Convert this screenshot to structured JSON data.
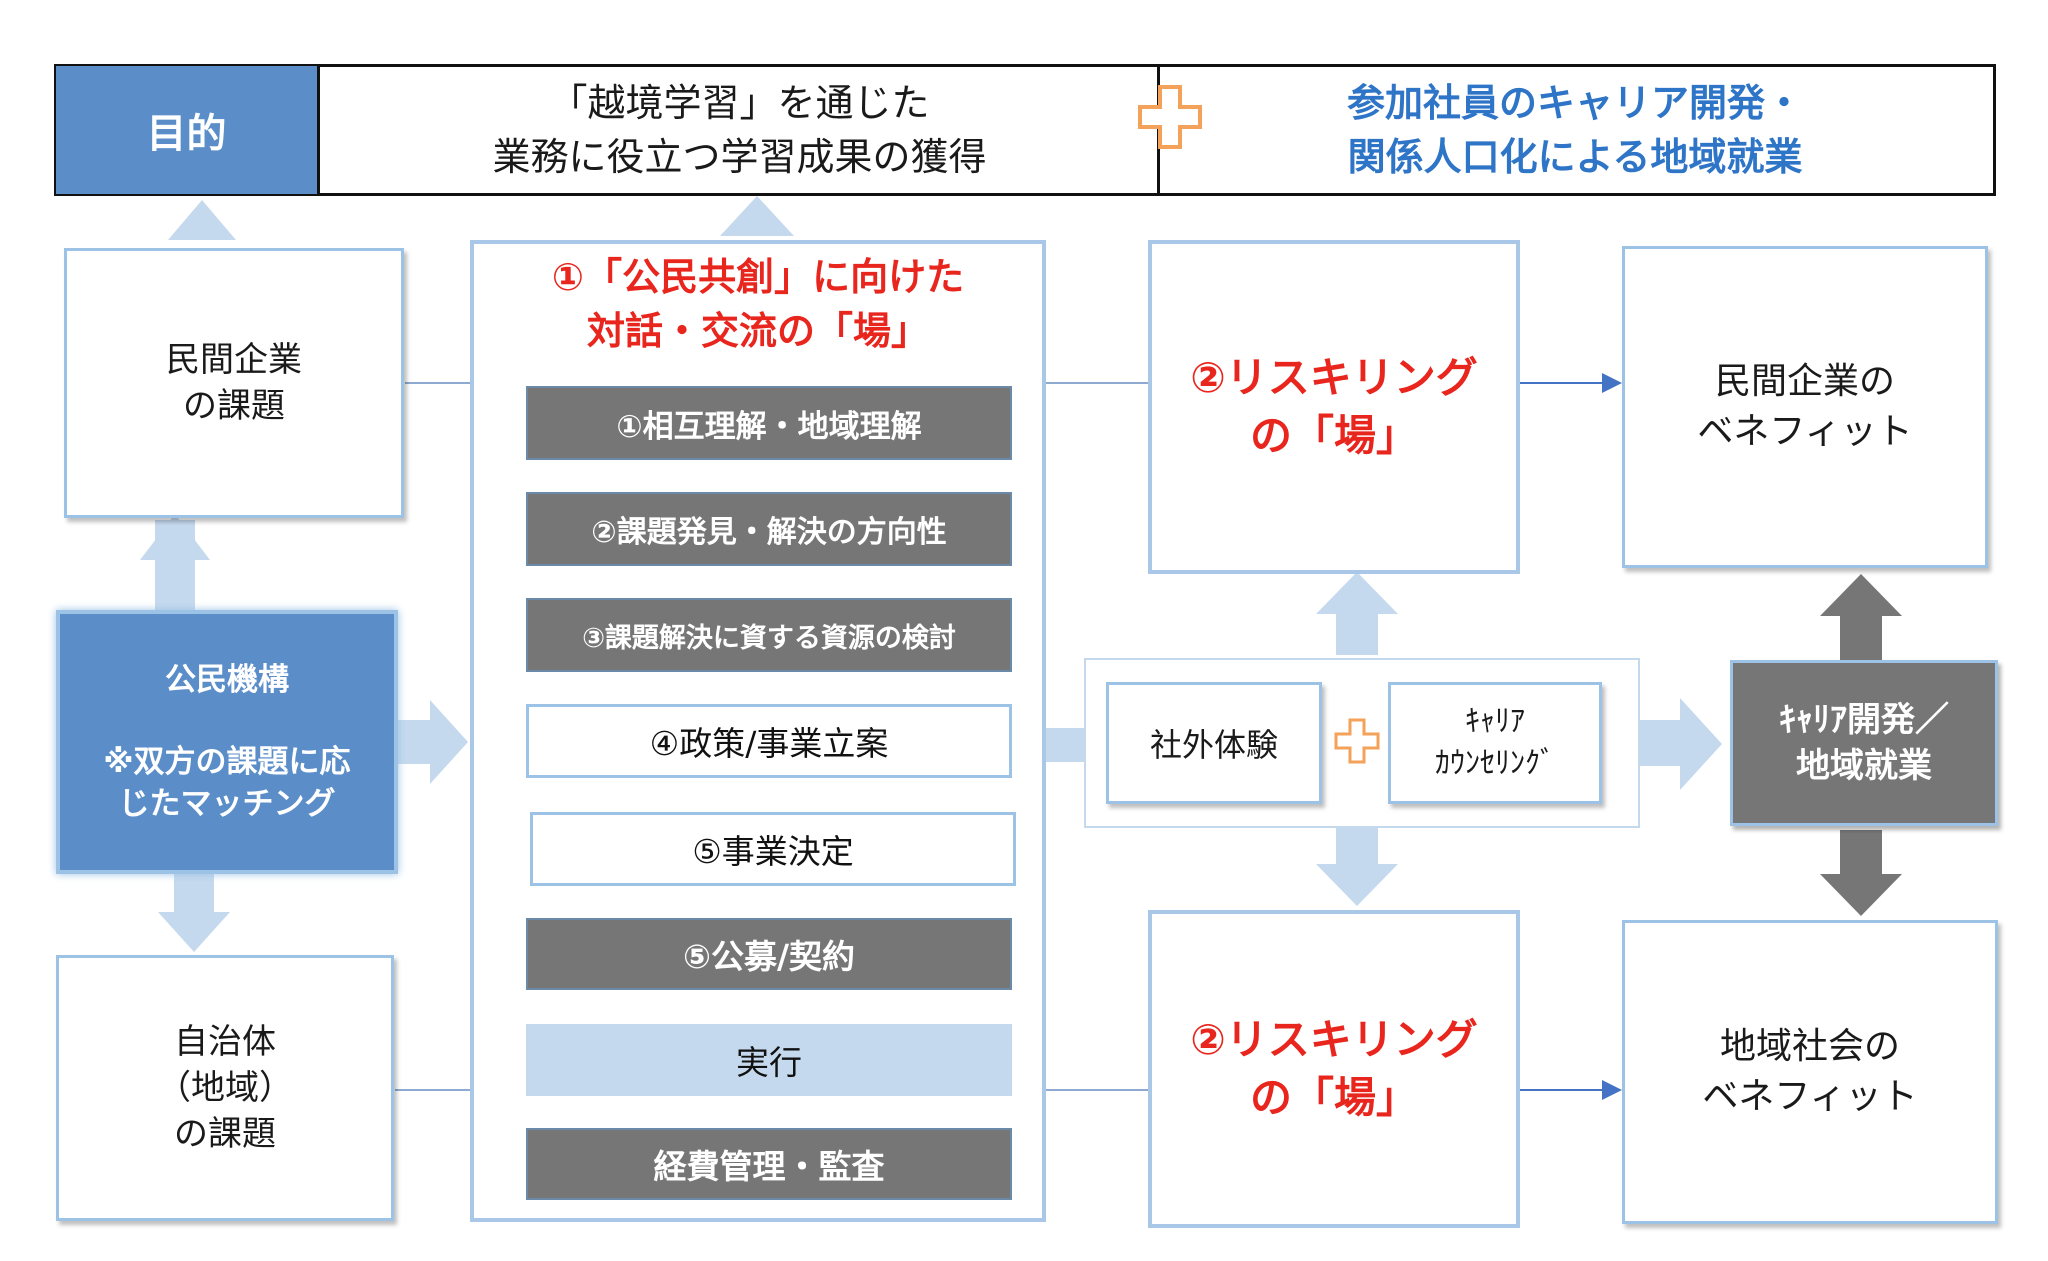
{
  "purpose": {
    "label": "目的",
    "goal1_line1": "「越境学習」を通じた",
    "goal1_line2": "業務に役立つ学習成果の獲得",
    "goal2_line1": "参加社員のキャリア開発・",
    "goal2_line2": "関係人口化による地域就業"
  },
  "left": {
    "private_issue_line1": "民間企業",
    "private_issue_line2": "の課題",
    "org_title": "公民機構",
    "org_note_line1": "※双方の課題に応",
    "org_note_line2": "じたマッチング",
    "local_issue_line1": "自治体",
    "local_issue_line2": "（地域）",
    "local_issue_line3": "の課題"
  },
  "center": {
    "title_line1": "①「公民共創」に向けた",
    "title_line2": "対話・交流の「場」",
    "steps": [
      {
        "label": "①相互理解・地域理解",
        "style": "dark"
      },
      {
        "label": "②課題発見・解決の方向性",
        "style": "dark"
      },
      {
        "label": "③課題解決に資する資源の検討",
        "style": "dark"
      },
      {
        "label": "④政策/事業立案",
        "style": "light"
      },
      {
        "label": "⑤事業決定",
        "style": "light"
      },
      {
        "label": "⑤公募/契約",
        "style": "dark"
      },
      {
        "label": "実行",
        "style": "pale"
      },
      {
        "label": "経費管理・監査",
        "style": "dark"
      }
    ]
  },
  "reskilling": {
    "top_line1": "②リスキリング",
    "top_line2": "の「場」",
    "bottom_line1": "②リスキリング",
    "bottom_line2": "の「場」",
    "experience": "社外体験",
    "counseling_line1": "ｷｬﾘｱ",
    "counseling_line2": "ｶｳﾝｾﾘﾝｸﾞ"
  },
  "right": {
    "private_benefit_line1": "民間企業の",
    "private_benefit_line2": "ベネフィット",
    "career_line1": "ｷｬﾘｱ開発／",
    "career_line2": "地域就業",
    "community_benefit_line1": "地域社会の",
    "community_benefit_line2": "ベネフィット"
  },
  "colors": {
    "accent_blue": "#5b8ec9",
    "light_blue": "#c5d9ee",
    "dark_gray": "#767676",
    "red_text": "#e8261e",
    "blue_text": "#2e75c8",
    "plus_orange": "#f4a15a"
  }
}
